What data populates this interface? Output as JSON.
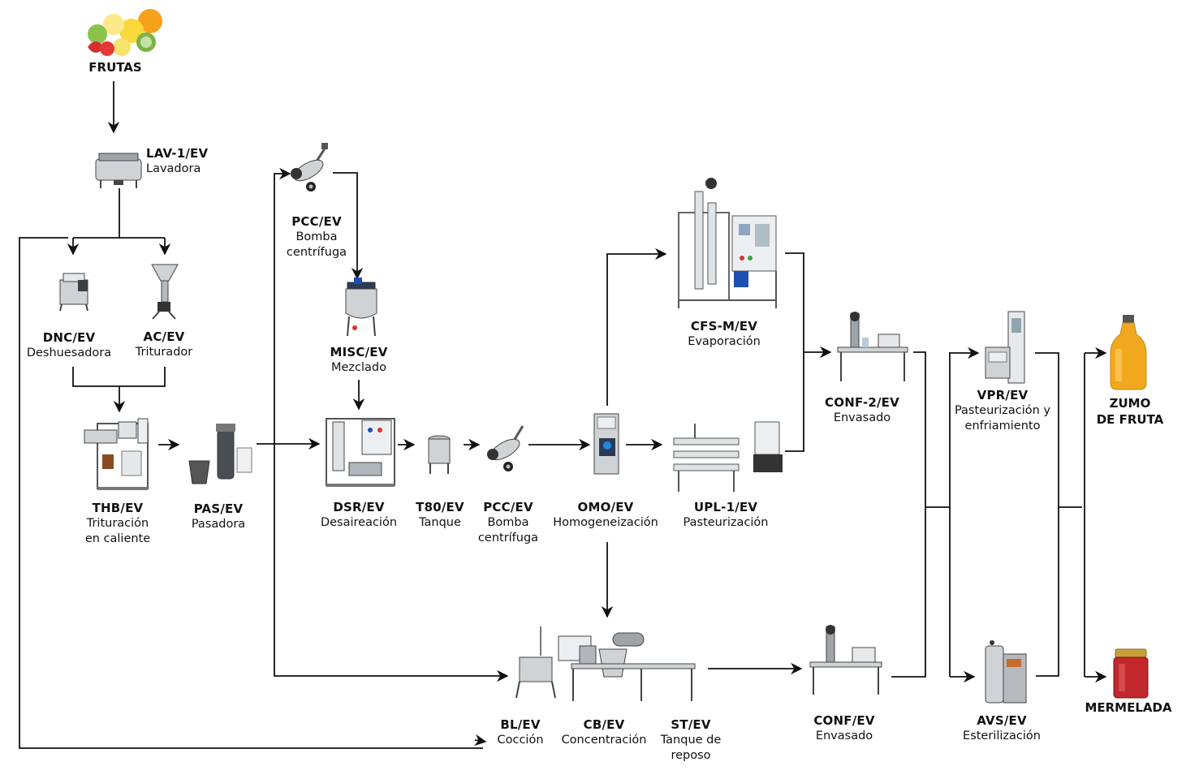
{
  "inputs": {
    "fruits": "FRUTAS"
  },
  "equipment": {
    "lav1": {
      "code": "LAV-1/EV",
      "name": "Lavadora"
    },
    "pcc_top": {
      "code": "PCC/EV",
      "name_line1": "Bomba",
      "name_line2": "centrífuga"
    },
    "dnc": {
      "code": "DNC/EV",
      "name": "Deshuesadora"
    },
    "ac": {
      "code": "AC/EV",
      "name": "Triturador"
    },
    "misc": {
      "code": "MISC/EV",
      "name": "Mezclado"
    },
    "cfsm": {
      "code": "CFS-M/EV",
      "name": "Evaporación"
    },
    "conf2": {
      "code": "CONF-2/EV",
      "name": "Envasado"
    },
    "vpr": {
      "code": "VPR/EV",
      "name_line1": "Pasteurización y",
      "name_line2": "enfriamiento"
    },
    "thb": {
      "code": "THB/EV",
      "name_line1": "Trituración",
      "name_line2": "en caliente"
    },
    "pas": {
      "code": "PAS/EV",
      "name": "Pasadora"
    },
    "dsr": {
      "code": "DSR/EV",
      "name": "Desaireación"
    },
    "t80": {
      "code": "T80/EV",
      "name": "Tanque"
    },
    "pcc_mid": {
      "code": "PCC/EV",
      "name_line1": "Bomba",
      "name_line2": "centrífuga"
    },
    "omo": {
      "code": "OMO/EV",
      "name": "Homogeneización"
    },
    "upl1": {
      "code": "UPL-1/EV",
      "name": "Pasteurización"
    },
    "bl": {
      "code": "BL/EV",
      "name": "Cocción"
    },
    "cb": {
      "code": "CB/EV",
      "name": "Concentración"
    },
    "st": {
      "code": "ST/EV",
      "name_line1": "Tanque de",
      "name_line2": "reposo"
    },
    "conf": {
      "code": "CONF/EV",
      "name": "Envasado"
    },
    "avs": {
      "code": "AVS/EV",
      "name": "Esterilización"
    }
  },
  "outputs": {
    "juice_line1": "ZUMO",
    "juice_line2": "DE FRUTA",
    "jam": "MERMELADA"
  },
  "colors": {
    "line": "#111111",
    "juice": "#f2a81d",
    "jam": "#c0282d",
    "steel": "#cfd3d6"
  }
}
